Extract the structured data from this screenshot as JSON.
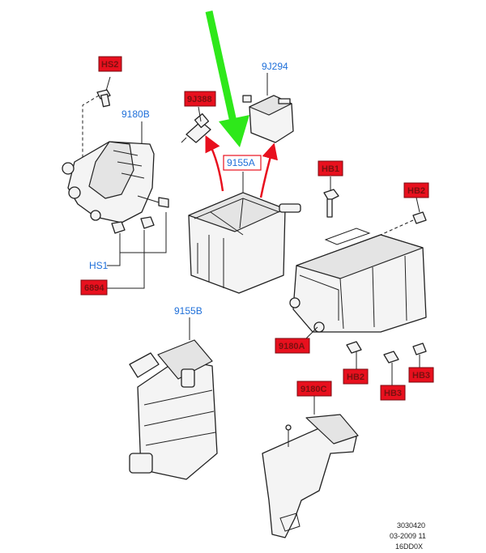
{
  "labels": {
    "hs2_top": "HS2",
    "p9j294": "9J294",
    "p9j388": "9J388",
    "p9180b": "9180B",
    "p9155a": "9155A",
    "hb1": "HB1",
    "hb2_right": "HB2",
    "hs1": "HS1",
    "p6894": "6894",
    "p9155b": "9155B",
    "p9180a": "9180A",
    "hb2_bottom": "HB2",
    "hb3": "HB3",
    "hb3_left": "HB3",
    "p9180c": "9180C"
  },
  "footer": {
    "line1": "3030420",
    "line2": "03-2009 11",
    "line3": "16DD0X"
  },
  "colors": {
    "label_blue": "#1e6fd9",
    "highlight_red": "#e8101e",
    "arrow_green": "#2ee81a",
    "arrow_red": "#e8101e"
  }
}
